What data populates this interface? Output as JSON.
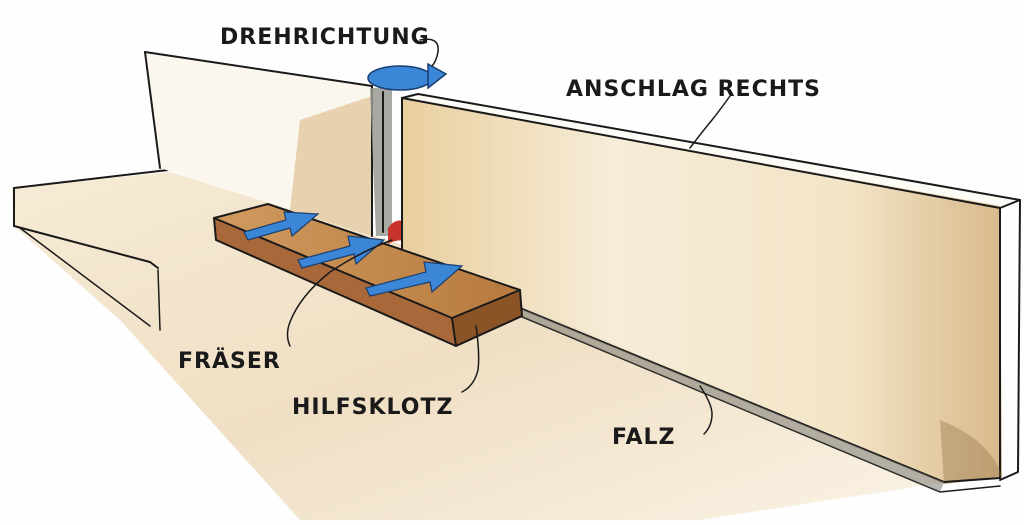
{
  "labels": {
    "rotation": "DREHRICHTUNG",
    "fence_right": "ANSCHLAG RECHTS",
    "cutter": "FRÄSER",
    "auxiliary_block": "HILFSKLOTZ",
    "rebate": "FALZ"
  },
  "colors": {
    "wood_light": "#e8cfa2",
    "wood_block": "#c88b4e",
    "wood_block_dark": "#8a5426",
    "arrow_blue": "#3b86d6",
    "cutter_red": "#c8342c",
    "shadow_gray": "#9a9a94"
  },
  "icons": {
    "rotation_arrow": "curved-arrow-icon",
    "feed_arrows": "right-arrow-icon"
  }
}
